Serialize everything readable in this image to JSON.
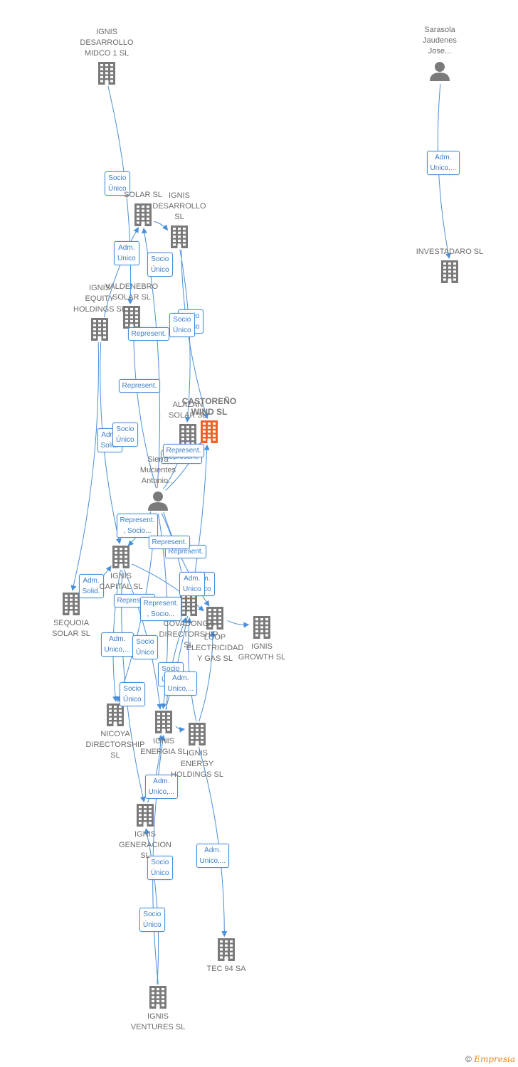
{
  "colors": {
    "edge": "#4a8fd9",
    "node": "#7a7a7a",
    "focus": "#f0602a"
  },
  "nodes": [
    {
      "id": "midco",
      "kind": "company",
      "label": "IGNIS\nDESARROLLO\nMIDCO 1  SL"
    },
    {
      "id": "sarasola",
      "kind": "person",
      "label": "Sarasola\nJaudenes\nJose..."
    },
    {
      "id": "solar",
      "kind": "company",
      "label": "SOLAR  SL"
    },
    {
      "id": "desarrollo",
      "kind": "company",
      "label": "IGNIS\nDESARROLLO\nSL"
    },
    {
      "id": "investadaro",
      "kind": "company",
      "label": "INVESTADARO SL"
    },
    {
      "id": "equity",
      "kind": "company",
      "label": "IGNIS\nEQUITY\nHOLDINGS  SL"
    },
    {
      "id": "valdenebro",
      "kind": "company",
      "label": "VALDENEBRO\nSOLAR SL"
    },
    {
      "id": "castoreno",
      "kind": "focus",
      "label": "CASTOREÑO\nWIND  SL"
    },
    {
      "id": "alazan",
      "kind": "company",
      "label": "ALAZAN\nSOLAR  SL"
    },
    {
      "id": "sierra",
      "kind": "person",
      "label": "Sierra\nMucientes\nAntonio..."
    },
    {
      "id": "capital",
      "kind": "company",
      "label": "IGNIS\nCAPITAL  SL"
    },
    {
      "id": "sequoia",
      "kind": "company",
      "label": "SEQUOIA\nSOLAR  SL"
    },
    {
      "id": "covadonga",
      "kind": "company",
      "label": "COVADONGA\nDIRECTORSHIP\nSL"
    },
    {
      "id": "loop",
      "kind": "company",
      "label": "LOOP\nELECTRICIDAD\nY GAS  SL"
    },
    {
      "id": "growth",
      "kind": "company",
      "label": "IGNIS\nGROWTH  SL"
    },
    {
      "id": "nicoya",
      "kind": "company",
      "label": "NICOYA\nDIRECTORSHIP\nSL"
    },
    {
      "id": "energia",
      "kind": "company",
      "label": "IGNIS\nENERGIA  SL"
    },
    {
      "id": "energyh",
      "kind": "company",
      "label": "IGNIS\nENERGY\nHOLDINGS  SL"
    },
    {
      "id": "generacion",
      "kind": "company",
      "label": "IGNIS\nGENERACION\nSL"
    },
    {
      "id": "tec94",
      "kind": "company",
      "label": "TEC 94 SA"
    },
    {
      "id": "ventures",
      "kind": "company",
      "label": "IGNIS\nVENTURES  SL"
    }
  ],
  "edges": [
    {
      "from": "midco",
      "to": "valdenebro",
      "label": "Socio\nÚnico"
    },
    {
      "from": "sarasola",
      "to": "investadaro",
      "label": "Adm.\nUnico,..."
    },
    {
      "from": "equity",
      "to": "solar",
      "label": "Adm.\nUnico"
    },
    {
      "from": "sierra",
      "to": "solar",
      "label": "Socio\nÚnico"
    },
    {
      "from": "desarrollo",
      "to": "alazan",
      "label": "Socio\nÚnico"
    },
    {
      "from": "desarrollo",
      "to": "castoreno",
      "label": "Socio\nÚnico"
    },
    {
      "from": "sierra",
      "to": "valdenebro",
      "label": "Represent."
    },
    {
      "from": "sierra",
      "to": "alazan",
      "label": "Represent."
    },
    {
      "from": "equity",
      "to": "sequoia",
      "label": "Adm.\nSolid."
    },
    {
      "from": "equity",
      "to": "capital",
      "label": "Socio\nÚnico"
    },
    {
      "from": "sierra",
      "to": "covadonga",
      "label": "Represent."
    },
    {
      "from": "sierra",
      "to": "castoreno",
      "label": "Represent."
    },
    {
      "from": "sierra",
      "to": "capital",
      "label": "Represent.\n, Socio..."
    },
    {
      "from": "sierra",
      "to": "loop",
      "label": "Represent."
    },
    {
      "from": "sierra",
      "to": "energia",
      "label": "Represent."
    },
    {
      "from": "sequoia",
      "to": "capital",
      "label": "Adm.\nSolid."
    },
    {
      "from": "energia",
      "to": "covadonga",
      "label": "Adm.\nUnico"
    },
    {
      "from": "energia",
      "to": "castoreno",
      "label": "Adm.\nUnico"
    },
    {
      "from": "sierra",
      "to": "nicoya",
      "label": "Represent."
    },
    {
      "from": "capital",
      "to": "nicoya",
      "label": "Represent.\n, Socio..."
    },
    {
      "from": "capital",
      "to": "loop",
      "label": "Adm.\nUnico,..."
    },
    {
      "from": "capital",
      "to": "generacion",
      "label": "Socio\nÚnico"
    },
    {
      "from": "energyh",
      "to": "covadonga",
      "label": "Socio\nÚnico"
    },
    {
      "from": "energyh",
      "to": "loop",
      "label": "Adm.\nUnico,..."
    },
    {
      "from": "capital",
      "to": "energia",
      "label": "Socio\nÚnico"
    },
    {
      "from": "generacion",
      "to": "energia",
      "label": "Adm.\nUnico,..."
    },
    {
      "from": "energyh",
      "to": "tec94",
      "label": "Adm.\nUnico,..."
    },
    {
      "from": "ventures",
      "to": "generacion",
      "label": "Socio\nÚnico"
    },
    {
      "from": "ventures",
      "to": "energia",
      "label": "Socio\nÚnico"
    },
    {
      "from": "loop",
      "to": "growth",
      "label": ""
    },
    {
      "from": "solar",
      "to": "desarrollo",
      "label": ""
    },
    {
      "from": "energia",
      "to": "energyh",
      "label": ""
    }
  ],
  "credit": {
    "symbol": "©",
    "brand": "Empresia"
  }
}
